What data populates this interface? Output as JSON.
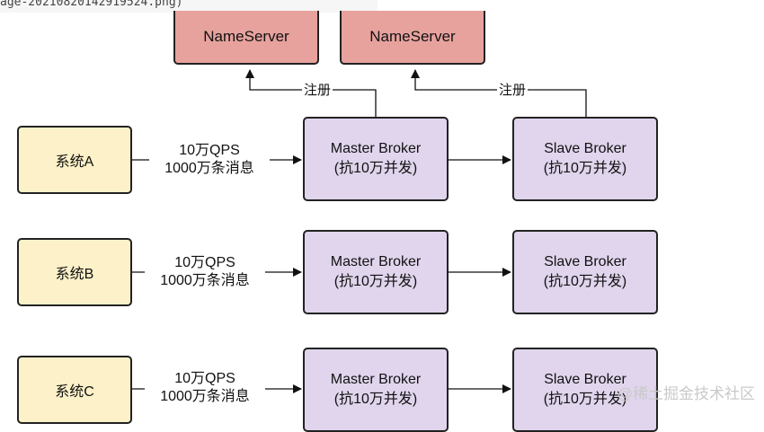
{
  "top_snippet": "age-20210820142919524.png)",
  "nameservers": [
    "NameServer",
    "NameServer"
  ],
  "register_label": "注册",
  "rows": [
    {
      "system": "系统A",
      "traffic_line1": "10万QPS",
      "traffic_line2": "1000万条消息",
      "master_title": "Master Broker",
      "master_sub": "(抗10万并发)",
      "slave_title": "Slave Broker",
      "slave_sub": "(抗10万并发)"
    },
    {
      "system": "系统B",
      "traffic_line1": "10万QPS",
      "traffic_line2": "1000万条消息",
      "master_title": "Master Broker",
      "master_sub": "(抗10万并发)",
      "slave_title": "Slave Broker",
      "slave_sub": "(抗10万并发)"
    },
    {
      "system": "系统C",
      "traffic_line1": "10万QPS",
      "traffic_line2": "1000万条消息",
      "master_title": "Master Broker",
      "master_sub": "(抗10万并发)",
      "slave_title": "Slave Broker",
      "slave_sub": "(抗10万并发)"
    }
  ],
  "watermark": "@稀土掘金技术社区",
  "colors": {
    "nameserver_fill": "#e7a29e",
    "system_fill": "#fcf1c8",
    "broker_fill": "#e0d5ed"
  }
}
